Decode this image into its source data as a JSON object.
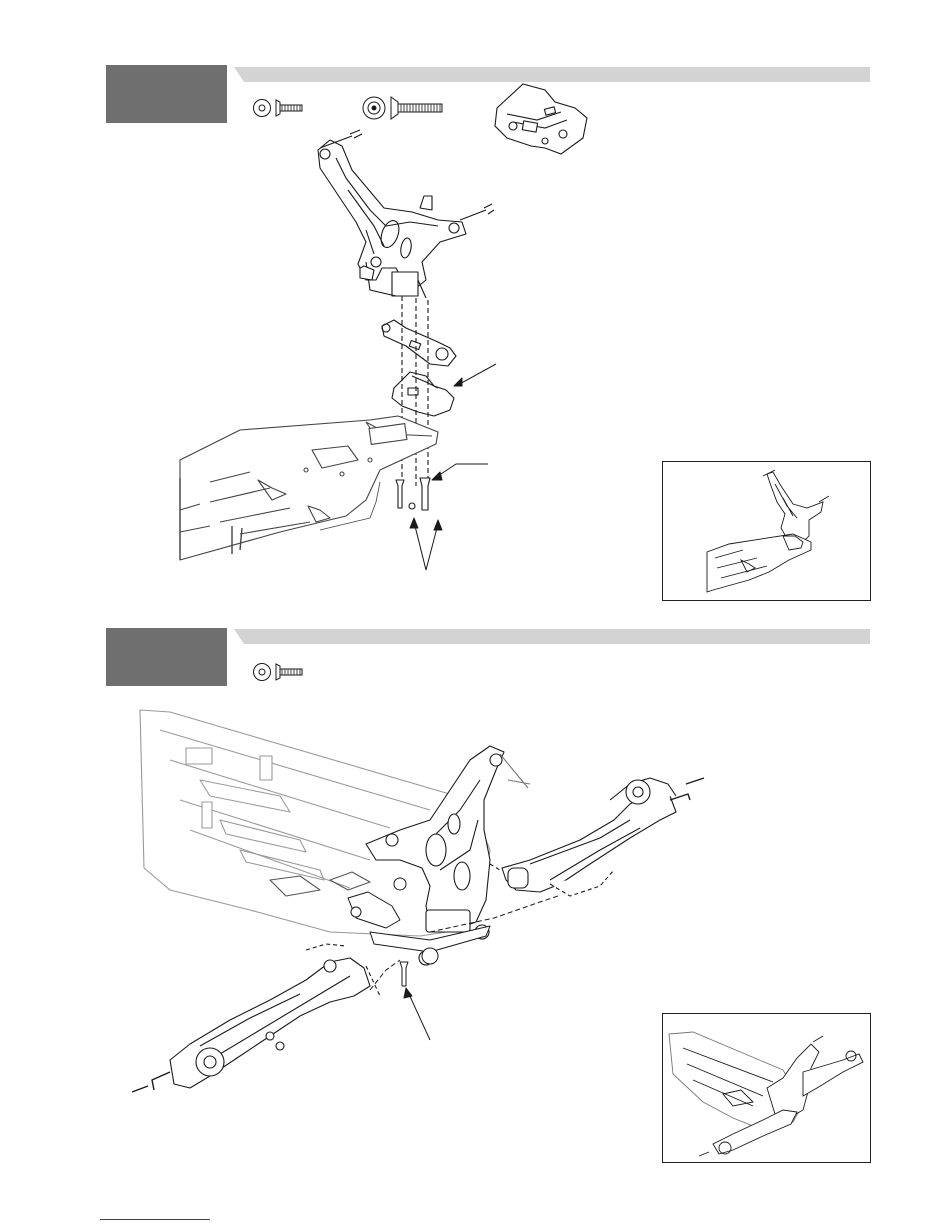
{
  "page": {
    "steps": [
      {
        "id": "step-1",
        "parts": [
          "small-washer-short-screw",
          "large-washer-long-screw",
          "bulkhead-brace"
        ],
        "callouts": [
          "brace-arrow",
          "screw-arrow",
          "screws-arrow"
        ]
      },
      {
        "id": "step-2",
        "parts": [
          "small-washer-short-screw"
        ],
        "callouts": [
          "hinge-pin-screw-arrow"
        ]
      }
    ],
    "colors": {
      "step_box": "#6f6f6f",
      "step_bar": "#d3d3d3",
      "line_art": "#1a1a1a",
      "chassis_light": "#bdbdbd",
      "footer_link": "#3a3a9a"
    }
  }
}
